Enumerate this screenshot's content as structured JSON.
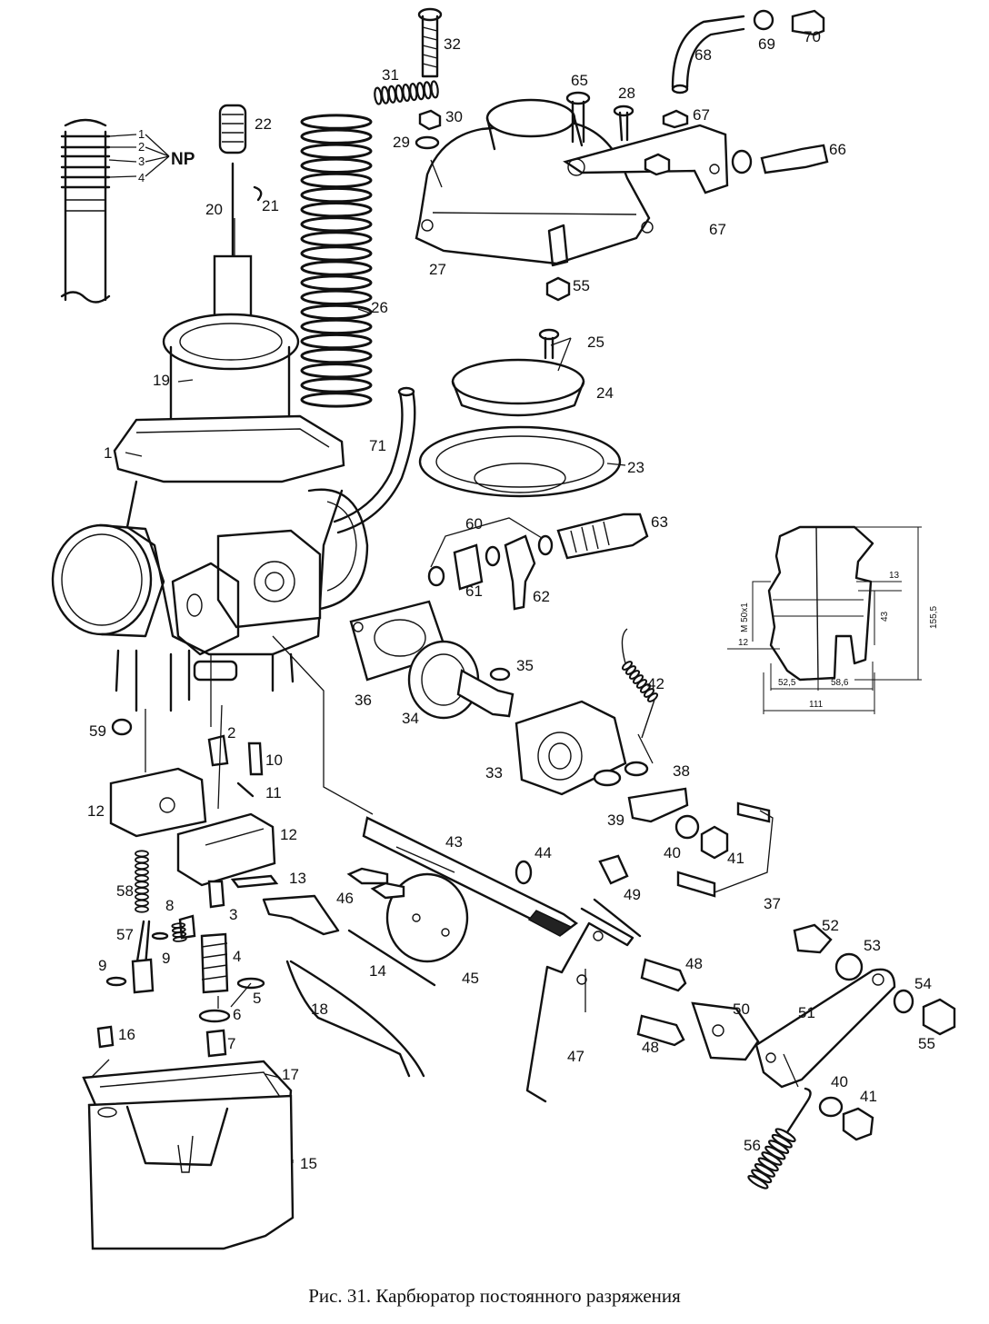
{
  "caption": "Рис. 31. Карбюратор постоянного разряжения",
  "np_label": "NP",
  "np_groove_numbers": [
    "1",
    "2",
    "3",
    "4"
  ],
  "dimensions": [
    "13",
    "M 50x1",
    "43",
    "155,5",
    "12",
    "52,5",
    "58,6",
    "111"
  ],
  "callouts": [
    {
      "id": "c1",
      "text": "1"
    },
    {
      "id": "c2",
      "text": "2"
    },
    {
      "id": "c3",
      "text": "3"
    },
    {
      "id": "c4",
      "text": "4"
    },
    {
      "id": "c5",
      "text": "5"
    },
    {
      "id": "c6",
      "text": "6"
    },
    {
      "id": "c7",
      "text": "7"
    },
    {
      "id": "c8",
      "text": "8"
    },
    {
      "id": "c9a",
      "text": "9"
    },
    {
      "id": "c9b",
      "text": "9"
    },
    {
      "id": "c10",
      "text": "10"
    },
    {
      "id": "c11",
      "text": "11"
    },
    {
      "id": "c12a",
      "text": "12"
    },
    {
      "id": "c12b",
      "text": "12"
    },
    {
      "id": "c13",
      "text": "13"
    },
    {
      "id": "c14",
      "text": "14"
    },
    {
      "id": "c15",
      "text": "15"
    },
    {
      "id": "c16",
      "text": "16"
    },
    {
      "id": "c17",
      "text": "17"
    },
    {
      "id": "c18",
      "text": "18"
    },
    {
      "id": "c19",
      "text": "19"
    },
    {
      "id": "c20",
      "text": "20"
    },
    {
      "id": "c21",
      "text": "21"
    },
    {
      "id": "c22",
      "text": "22"
    },
    {
      "id": "c23",
      "text": "23"
    },
    {
      "id": "c24",
      "text": "24"
    },
    {
      "id": "c25",
      "text": "25"
    },
    {
      "id": "c26",
      "text": "26"
    },
    {
      "id": "c27",
      "text": "27"
    },
    {
      "id": "c28",
      "text": "28"
    },
    {
      "id": "c29",
      "text": "29"
    },
    {
      "id": "c30",
      "text": "30"
    },
    {
      "id": "c31",
      "text": "31"
    },
    {
      "id": "c32",
      "text": "32"
    },
    {
      "id": "c33",
      "text": "33"
    },
    {
      "id": "c34",
      "text": "34"
    },
    {
      "id": "c35",
      "text": "35"
    },
    {
      "id": "c36",
      "text": "36"
    },
    {
      "id": "c37",
      "text": "37"
    },
    {
      "id": "c38",
      "text": "38"
    },
    {
      "id": "c39",
      "text": "39"
    },
    {
      "id": "c40a",
      "text": "40"
    },
    {
      "id": "c40b",
      "text": "40"
    },
    {
      "id": "c41a",
      "text": "41"
    },
    {
      "id": "c41b",
      "text": "41"
    },
    {
      "id": "c42",
      "text": "42"
    },
    {
      "id": "c43",
      "text": "43"
    },
    {
      "id": "c44",
      "text": "44"
    },
    {
      "id": "c45",
      "text": "45"
    },
    {
      "id": "c46",
      "text": "46"
    },
    {
      "id": "c47",
      "text": "47"
    },
    {
      "id": "c48a",
      "text": "48"
    },
    {
      "id": "c48b",
      "text": "48"
    },
    {
      "id": "c49",
      "text": "49"
    },
    {
      "id": "c50",
      "text": "50"
    },
    {
      "id": "c51",
      "text": "51"
    },
    {
      "id": "c52",
      "text": "52"
    },
    {
      "id": "c53",
      "text": "53"
    },
    {
      "id": "c54",
      "text": "54"
    },
    {
      "id": "c55a",
      "text": "55"
    },
    {
      "id": "c55b",
      "text": "55"
    },
    {
      "id": "c56",
      "text": "56"
    },
    {
      "id": "c57",
      "text": "57"
    },
    {
      "id": "c58",
      "text": "58"
    },
    {
      "id": "c59",
      "text": "59"
    },
    {
      "id": "c60",
      "text": "60"
    },
    {
      "id": "c61",
      "text": "61"
    },
    {
      "id": "c62",
      "text": "62"
    },
    {
      "id": "c63",
      "text": "63"
    },
    {
      "id": "c65",
      "text": "65"
    },
    {
      "id": "c66",
      "text": "66"
    },
    {
      "id": "c67a",
      "text": "67"
    },
    {
      "id": "c67b",
      "text": "67"
    },
    {
      "id": "c68",
      "text": "68"
    },
    {
      "id": "c69",
      "text": "69"
    },
    {
      "id": "c70",
      "text": "70"
    },
    {
      "id": "c71",
      "text": "71"
    }
  ]
}
